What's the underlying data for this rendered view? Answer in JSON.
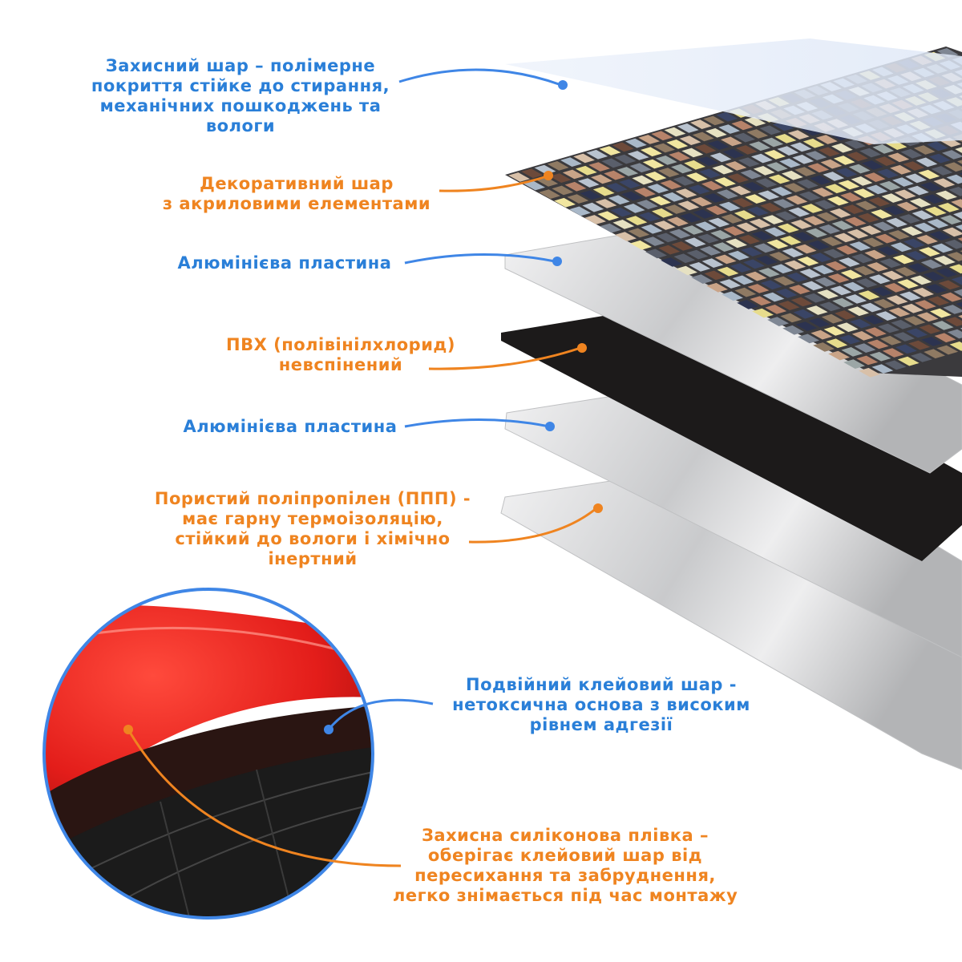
{
  "colors": {
    "blue": "#3f86e6",
    "orange": "#ef8420",
    "red": "#e31d1a",
    "black_layer": "#1c1a1a",
    "aluminium": "#d9dadb",
    "protective": "#e9f0fb"
  },
  "layers": [
    {
      "id": "protective",
      "color_key": "blue",
      "lines": [
        "Захисний шар – полімерне",
        "покриття стійке до стирання,",
        "механічних пошкоджень та",
        "вологи"
      ]
    },
    {
      "id": "decorative",
      "color_key": "orange",
      "lines": [
        "Декоративний шар",
        "з акриловими елементами"
      ]
    },
    {
      "id": "aluminium-top",
      "color_key": "blue",
      "lines": [
        "Алюмінієва пластина"
      ]
    },
    {
      "id": "pvc",
      "color_key": "orange",
      "lines": [
        "ПВХ (полівінілхлорид)",
        "невспінений"
      ]
    },
    {
      "id": "aluminium-bottom",
      "color_key": "blue",
      "lines": [
        "Алюмінієва пластина"
      ]
    },
    {
      "id": "polypropylene",
      "color_key": "orange",
      "lines": [
        "Пористий поліпропілен (ППП) -",
        "має гарну термоізоляцію,",
        "стійкий до вологи і хімічно",
        "інертний"
      ]
    },
    {
      "id": "adhesive",
      "color_key": "blue",
      "lines": [
        "Подвійний клейовий шар -",
        "нетоксична основа з високим",
        "рівнем адгезії"
      ]
    },
    {
      "id": "silicone-film",
      "color_key": "orange",
      "lines": [
        "Захисна силіконова плівка –",
        "оберігає клейовий шар від",
        "пересихання та забруднення,",
        "легко знімається під час монтажу"
      ]
    }
  ],
  "mosaic_palette": [
    "#2c3350",
    "#b9c3cf",
    "#e7dc8c",
    "#8f7a63",
    "#c9a488",
    "#5a5f6b",
    "#a9b8c8",
    "#d8c0a8",
    "#6d4a3a",
    "#e6e1c2",
    "#3a4566",
    "#b7836a",
    "#9ba6a6",
    "#f1e6a0",
    "#7f8794"
  ]
}
